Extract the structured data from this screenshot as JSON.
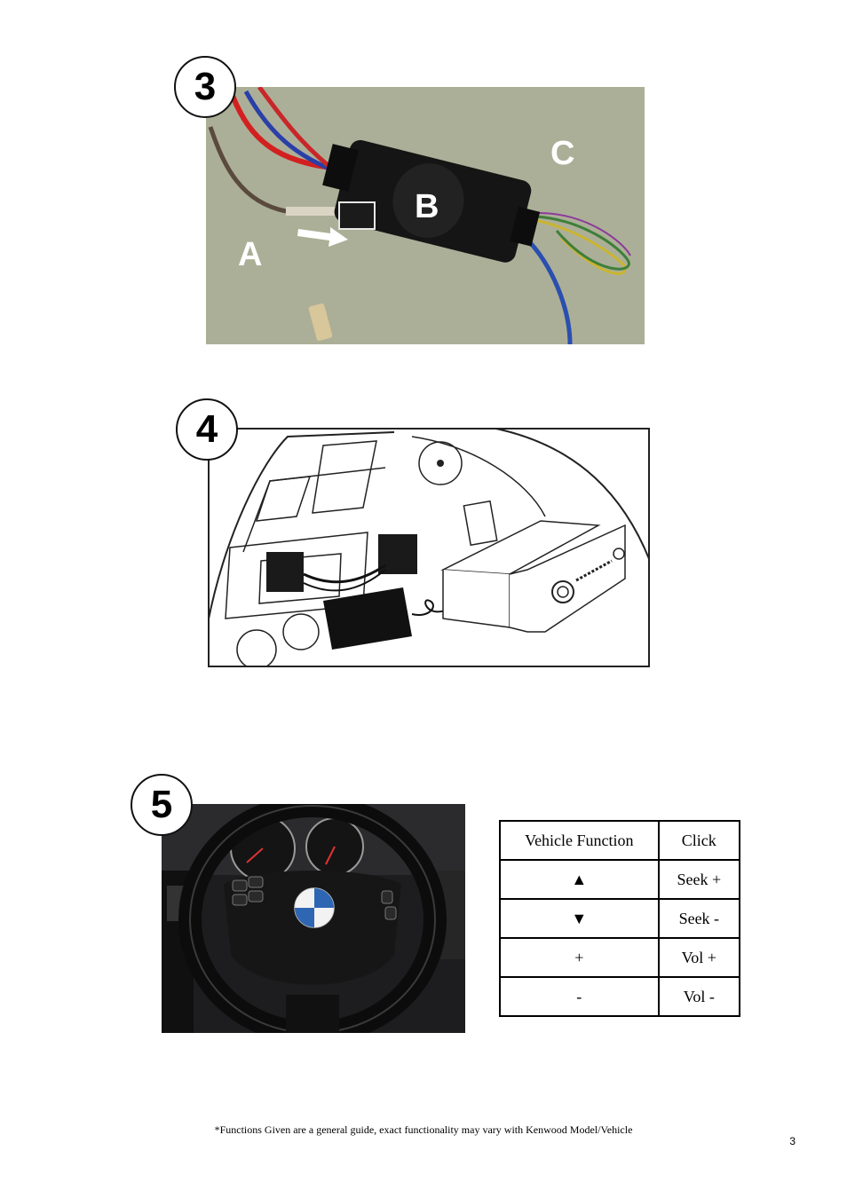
{
  "steps": {
    "step3": {
      "number": "3",
      "labels": {
        "a": "A",
        "b": "B",
        "c": "C"
      }
    },
    "step4": {
      "number": "4"
    },
    "step5": {
      "number": "5"
    }
  },
  "function_table": {
    "headers": [
      "Vehicle Function",
      "Click"
    ],
    "rows": [
      [
        "▲",
        "Seek +"
      ],
      [
        "▼",
        "Seek -"
      ],
      [
        "+",
        "Vol +"
      ],
      [
        "-",
        "Vol -"
      ]
    ]
  },
  "footnote": "*Functions Given are a general guide, exact functionality may vary with Kenwood Model/Vehicle",
  "page_number": "3"
}
